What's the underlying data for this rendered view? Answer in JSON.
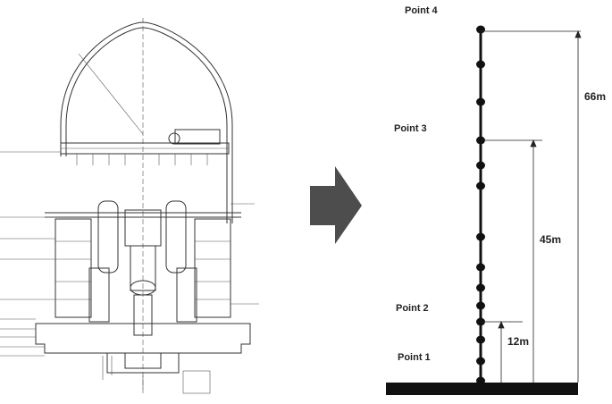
{
  "model": {
    "points": [
      {
        "label": "Point 1"
      },
      {
        "label": "Point 2"
      },
      {
        "label": "Point 3"
      },
      {
        "label": "Point 4"
      }
    ],
    "dimensions": [
      {
        "label": "12m"
      },
      {
        "label": "45m"
      },
      {
        "label": "66m"
      }
    ]
  },
  "colors": {
    "arrow": "#4d4d4d",
    "ink": "#111111"
  },
  "icons": {
    "transition": "right-arrow-icon"
  }
}
